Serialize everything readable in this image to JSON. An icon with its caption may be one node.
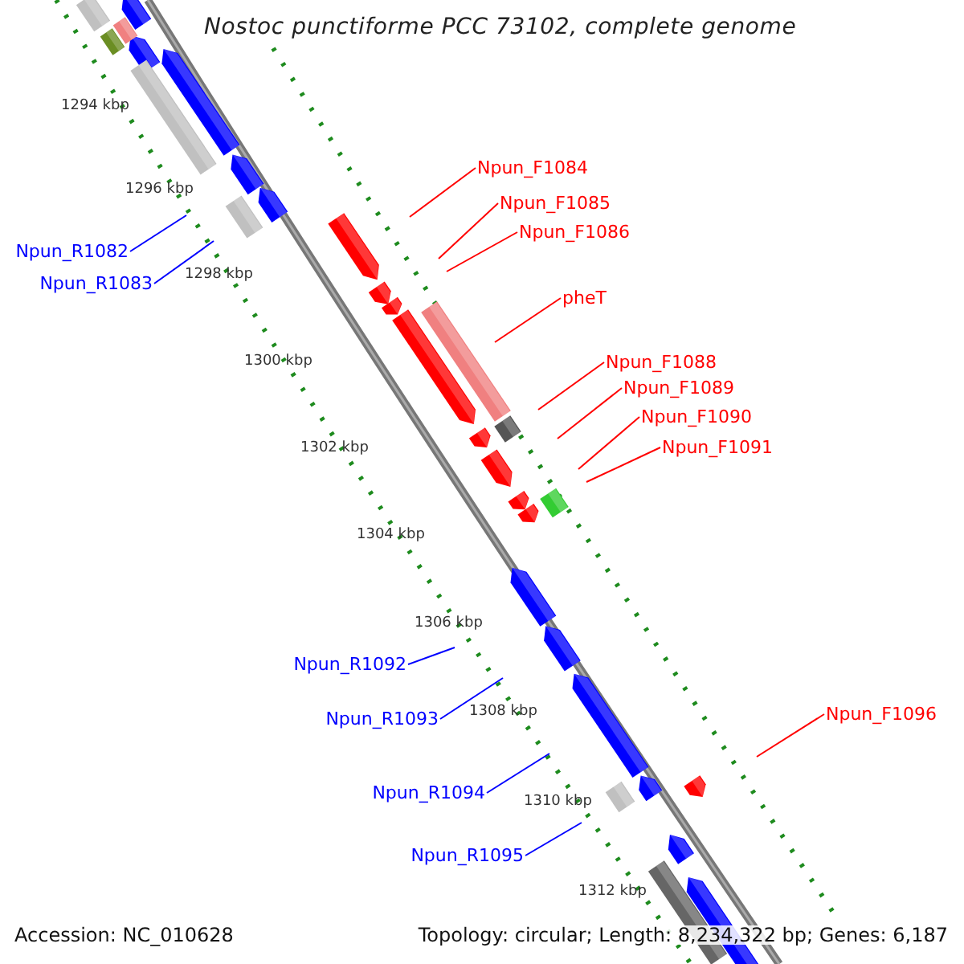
{
  "diagram": {
    "title": "Nostoc punctiforme PCC 73102, complete genome",
    "nodes": [
      {
        "text": [
          "Npun_F1084"
        ]
      },
      {
        "text": [
          "Npun_F1085"
        ]
      },
      {
        "text": [
          "Npun_F1086"
        ]
      },
      {
        "text": [
          "Npun_R1082"
        ]
      },
      {
        "text": [
          "Npun_R1083"
        ]
      },
      {
        "text": [
          "pheT"
        ]
      },
      {
        "text": [
          "Npun_F1088"
        ]
      },
      {
        "text": [
          "Npun_F1089"
        ]
      },
      {
        "text": [
          "Npun_F1090"
        ]
      },
      {
        "text": [
          "Npun_F1091"
        ]
      },
      {
        "text": [
          "Npun_R1092"
        ]
      },
      {
        "text": [
          "Npun_F1096"
        ]
      },
      {
        "text": [
          "Npun_R1093"
        ]
      },
      {
        "text": [
          "Npun_R1094"
        ]
      },
      {
        "text": [
          "Npun_R1095"
        ]
      }
    ],
    "edges": [
      {
        "from": 0,
        "to": null,
        "arrow": "none"
      },
      {
        "from": 1,
        "to": null,
        "arrow": "none"
      },
      {
        "from": 2,
        "to": null,
        "arrow": "none"
      },
      {
        "from": 3,
        "to": null,
        "arrow": "none",
        "color": "#0000ff"
      },
      {
        "from": 4,
        "to": null,
        "arrow": "none",
        "color": "#0000ff"
      },
      {
        "from": 5,
        "to": null,
        "arrow": "none"
      },
      {
        "from": 6,
        "to": null,
        "arrow": "none"
      },
      {
        "from": 7,
        "to": null,
        "arrow": "none"
      },
      {
        "from": 8,
        "to": null,
        "arrow": "none"
      },
      {
        "from": 9,
        "to": null,
        "arrow": "none"
      },
      {
        "from": 10,
        "to": null,
        "arrow": "none",
        "color": "#0000ff"
      },
      {
        "from": 11,
        "to": null,
        "arrow": "none"
      },
      {
        "from": 12,
        "to": null,
        "arrow": "none",
        "color": "#0000ff"
      },
      {
        "from": 13,
        "to": null,
        "arrow": "none",
        "color": "#0000ff"
      },
      {
        "from": 14,
        "to": null,
        "arrow": "none",
        "color": "#0000ff"
      }
    ],
    "labels": [
      "1294 kbp",
      "1296 kbp",
      "1298 kbp",
      "1300 kbp",
      "1302 kbp",
      "1304 kbp",
      "1306 kbp",
      "1308 kbp",
      "1310 kbp",
      "1312 kbp",
      "Accession: NC_010628",
      "Topology: circular; Length: 8,234,322 bp; Genes: 6,187"
    ]
  }
}
